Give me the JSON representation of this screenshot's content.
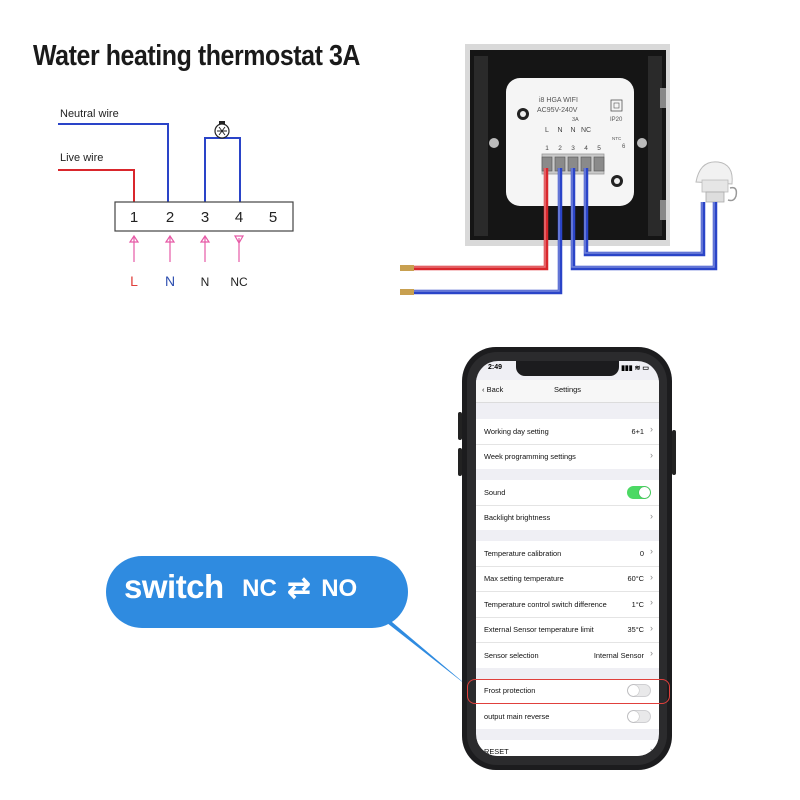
{
  "title": "Water heating thermostat 3A",
  "wiring": {
    "neutral_label": "Neutral wire",
    "live_label": "Live wire",
    "terminals": [
      "1",
      "2",
      "3",
      "4",
      "5"
    ],
    "terminal_labels": [
      {
        "text": "L",
        "color": "#e0403c"
      },
      {
        "text": "N",
        "color": "#2f4fb0"
      },
      {
        "text": "N",
        "color": "#222222"
      },
      {
        "text": "NC",
        "color": "#222222"
      }
    ],
    "colors": {
      "neutral": "#2a44c8",
      "live": "#d9262c",
      "arrow": "#e65aa6"
    }
  },
  "device": {
    "label_line1": "i8 HGA WIFI",
    "label_line2": "AC95V-240V",
    "label_line3": "3A",
    "rating": "IP20",
    "terminal_letters": [
      "L",
      "N",
      "N",
      "NC"
    ],
    "terminal_numbers": [
      "1",
      "2",
      "3",
      "4",
      "5"
    ],
    "side_labels": [
      "NTC",
      "6"
    ]
  },
  "callout": {
    "word": "switch",
    "from": "NC",
    "arrow": "⇄",
    "to": "NO",
    "color": "#2f8be0"
  },
  "phone": {
    "time": "2:49",
    "status_icons": "▮▮▮ ≋ ▭",
    "nav": {
      "back": "Back",
      "title": "Settings"
    },
    "groups": [
      [
        {
          "label": "Working day setting",
          "value": "6+1",
          "chevron": true
        },
        {
          "label": "Week programming settings",
          "value": "",
          "chevron": true
        }
      ],
      [
        {
          "label": "Sound",
          "toggle": true
        },
        {
          "label": "Backlight brightness",
          "value": "",
          "chevron": true
        }
      ],
      [
        {
          "label": "Temperature calibration",
          "value": "0",
          "chevron": true
        },
        {
          "label": "Max setting temperature",
          "value": "60°C",
          "chevron": true
        },
        {
          "label": "Temperature control switch difference",
          "value": "1°C",
          "chevron": true
        },
        {
          "label": "External Sensor temperature limit",
          "value": "35°C",
          "chevron": true
        },
        {
          "label": "Sensor selection",
          "value": "Internal Sensor",
          "chevron": true
        }
      ],
      [
        {
          "label": "Frost protection",
          "toggle": false
        },
        {
          "label": "output main reverse",
          "toggle": false
        }
      ],
      [
        {
          "label": "RESET",
          "value": "",
          "chevron": true
        }
      ]
    ],
    "colors": {
      "toggle_on": "#4cd964",
      "highlight": "#e0403c"
    }
  }
}
